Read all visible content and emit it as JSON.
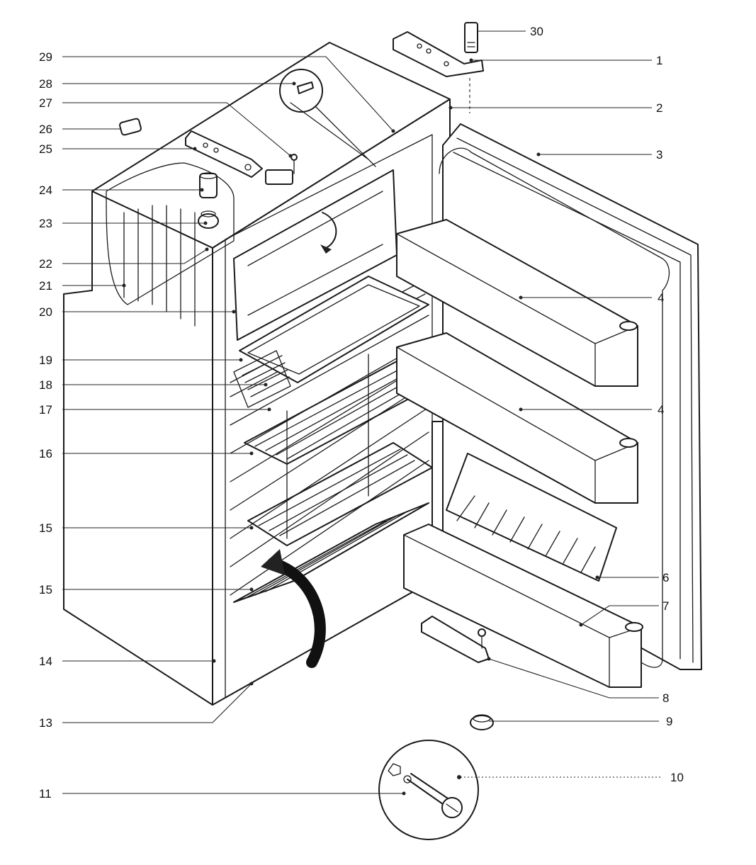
{
  "diagram": {
    "labels": [
      "30",
      "1",
      "2",
      "3",
      "4",
      "4",
      "6",
      "7",
      "8",
      "9",
      "10",
      "11",
      "13",
      "14",
      "15",
      "15",
      "16",
      "17",
      "18",
      "19",
      "20",
      "21",
      "22",
      "23",
      "24",
      "25",
      "26",
      "27",
      "28",
      "29"
    ]
  },
  "colors": {
    "ink": "#1a1a1a",
    "paper": "#ffffff"
  }
}
